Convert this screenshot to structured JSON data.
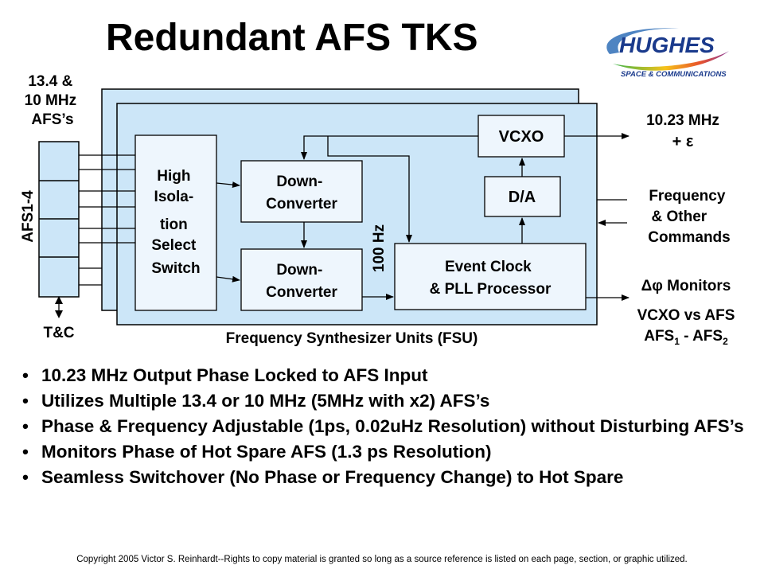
{
  "title": "Redundant AFS TKS",
  "logo": {
    "brand": "HUGHES",
    "tagline": "SPACE & COMMUNICATIONS"
  },
  "diagram": {
    "afs_input_label": [
      "13.4 &",
      "10 MHz",
      "AFS’s"
    ],
    "afs_bank_label": "AFS1-4",
    "tc_label": "T&C",
    "switch_label": [
      "High",
      "Isola-",
      "tion",
      "Select",
      "Switch"
    ],
    "down_converter_1": [
      "Down-",
      "Converter"
    ],
    "down_converter_2": [
      "Down-",
      "Converter"
    ],
    "hz_label": "100 Hz",
    "event_clock": [
      "Event Clock",
      "& PLL Processor"
    ],
    "vcxo": "VCXO",
    "da": "D/A",
    "fsu_label": "Frequency Synthesizer Units (FSU)",
    "output_freq": "10.23 MHz",
    "output_tolerance": "+ ε",
    "commands_label": [
      "Frequency",
      "& Other",
      "Commands"
    ],
    "monitors_label": "Δφ Monitors",
    "monitor_line1": "VCXO vs AFS",
    "monitor_line2_a": "AFS",
    "monitor_line2_sub_a": "1",
    "monitor_line2_mid": " - AFS",
    "monitor_line2_sub_b": "2"
  },
  "bullets": [
    "10.23 MHz Output Phase Locked to AFS Input",
    "Utilizes Multiple 13.4 or 10 MHz (5MHz with x2) AFS’s",
    "Phase & Frequency Adjustable (1ps, 0.02uHz Resolution) without Disturbing AFS’s",
    "Monitors Phase of Hot Spare AFS (1.3 ps Resolution)",
    "Seamless Switchover (No Phase or Frequency Change) to Hot Spare"
  ],
  "copyright": "Copyright 2005 Victor S. Reinhardt--Rights  to copy material is granted so long as a source reference is listed on each page, section, or graphic utilized.",
  "colors": {
    "fsu_fill": "#cce6f8",
    "box_fill": "#eef6fd",
    "logo_blue": "#1a3a8c"
  }
}
